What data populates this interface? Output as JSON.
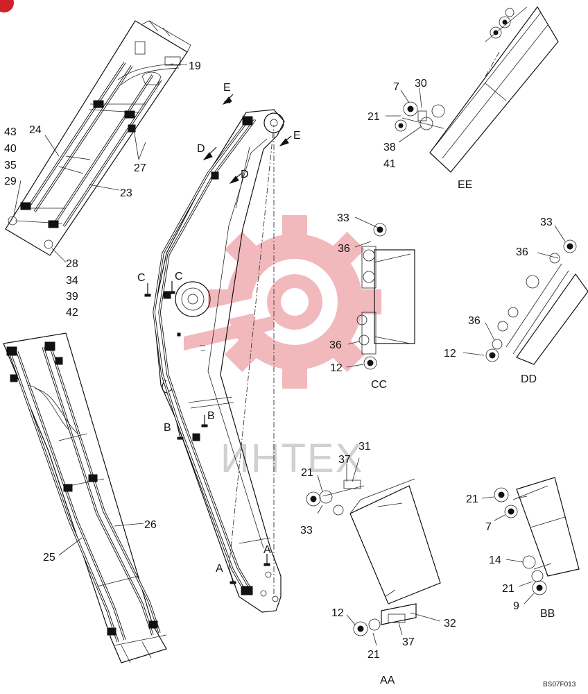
{
  "drawing_code": "BS07F013",
  "watermark": "ИНТЕХ",
  "part_numbers": {
    "n7a": "7",
    "n7b": "7",
    "n9": "9",
    "n12a": "12",
    "n12b": "12",
    "n12c": "12",
    "n14": "14",
    "n19": "19",
    "n21a": "21",
    "n21b": "21",
    "n21c": "21",
    "n21d": "21",
    "n21e": "21",
    "n23": "23",
    "n24": "24",
    "n25": "25",
    "n26": "26",
    "n27": "27",
    "n28": "28",
    "n29": "29",
    "n30": "30",
    "n31": "31",
    "n32": "32",
    "n33a": "33",
    "n33b": "33",
    "n33c": "33",
    "n34": "34",
    "n35": "35",
    "n36a": "36",
    "n36b": "36",
    "n36c": "36",
    "n36d": "36",
    "n37a": "37",
    "n37b": "37",
    "n38": "38",
    "n39": "39",
    "n40": "40",
    "n41": "41",
    "n42": "42",
    "n43": "43"
  },
  "section_markers": {
    "a1": "A",
    "a2": "A",
    "b1": "B",
    "b2": "B",
    "c1": "C",
    "c2": "C",
    "d1": "D",
    "d2": "D",
    "e1": "E",
    "e2": "E"
  },
  "section_titles": {
    "aa": "AA",
    "bb": "BB",
    "cc": "CC",
    "dd": "DD",
    "ee": "EE"
  }
}
